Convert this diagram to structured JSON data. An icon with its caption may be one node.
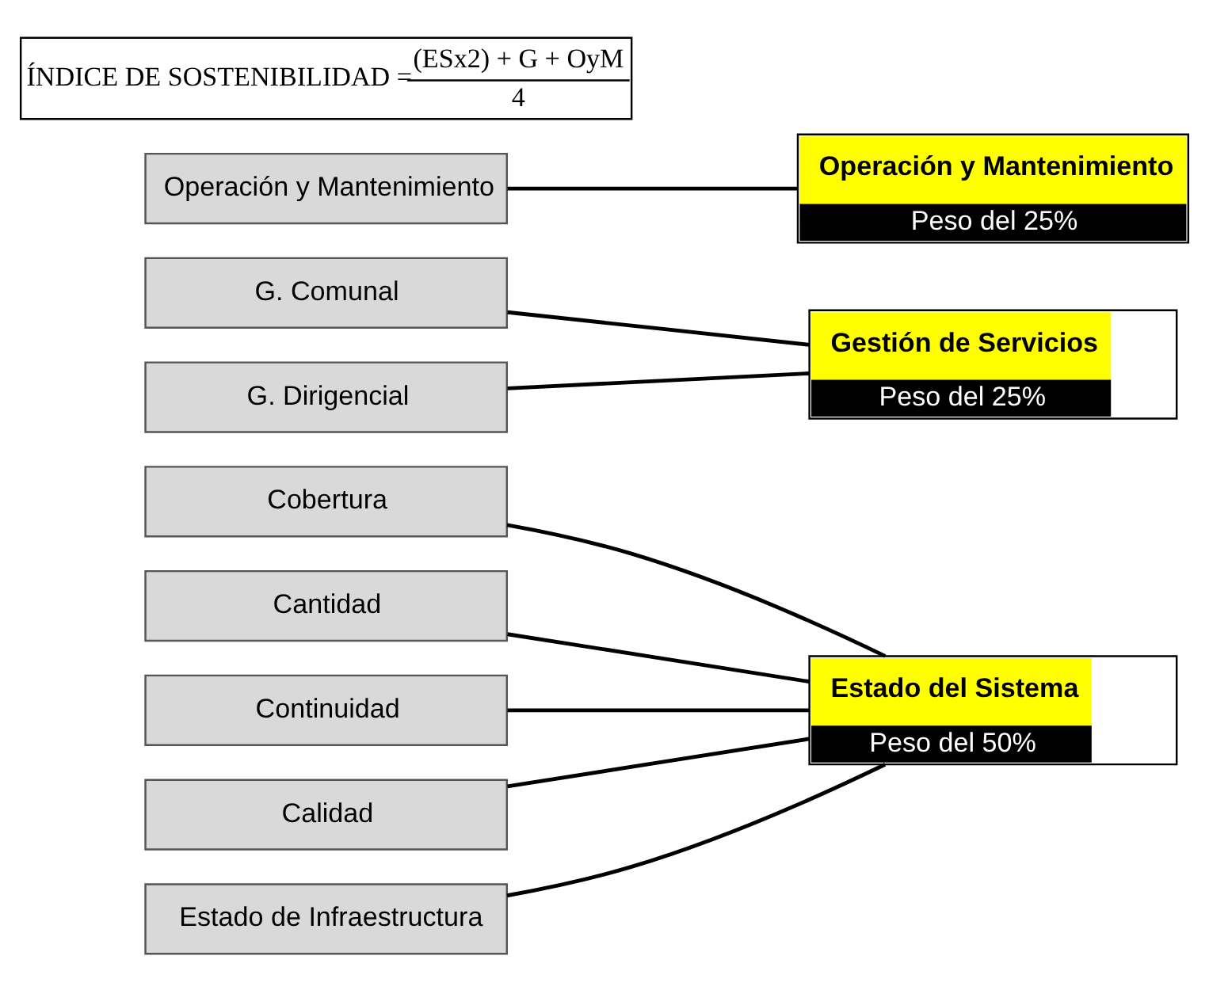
{
  "diagram": {
    "nodes": [
      {
        "text": [
          "Cobertura"
        ]
      },
      {
        "text": [
          "Cantidad"
        ]
      },
      {
        "text": [
          "Continuidad"
        ]
      },
      {
        "text": [
          "Calidad"
        ]
      },
      {
        "text": [
          "Estado de Infraestructura"
        ]
      },
      {
        "text": [
          "Estado del Sistema",
          "Peso del 50%"
        ]
      },
      {
        "text": [
          "G. Comunal"
        ]
      },
      {
        "text": [
          "G. Dirigencial"
        ]
      },
      {
        "text": [
          "Gestión de Servicios",
          "Peso del 25%"
        ]
      },
      {
        "text": [
          "Operación y Mantenimiento"
        ]
      },
      {
        "text": [
          "Operación y Mantenimiento",
          "Peso del 25%"
        ]
      },
      {
        "text": [
          "ÍNDICE DE SOSTENIBILIDAD =",
          "(ESx2) + G + OyM",
          "4"
        ]
      }
    ],
    "edges": [
      {
        "from": 0,
        "to": 5,
        "arrow": "none"
      },
      {
        "from": 1,
        "to": 5,
        "arrow": "none"
      },
      {
        "from": 2,
        "to": 5,
        "arrow": "none"
      },
      {
        "from": 3,
        "to": 5,
        "arrow": "none"
      },
      {
        "from": 4,
        "to": 5,
        "arrow": "none"
      },
      {
        "from": 6,
        "to": 8,
        "arrow": "none"
      },
      {
        "from": 7,
        "to": 8,
        "arrow": "none"
      },
      {
        "from": 9,
        "to": 10,
        "arrow": "none"
      }
    ]
  }
}
